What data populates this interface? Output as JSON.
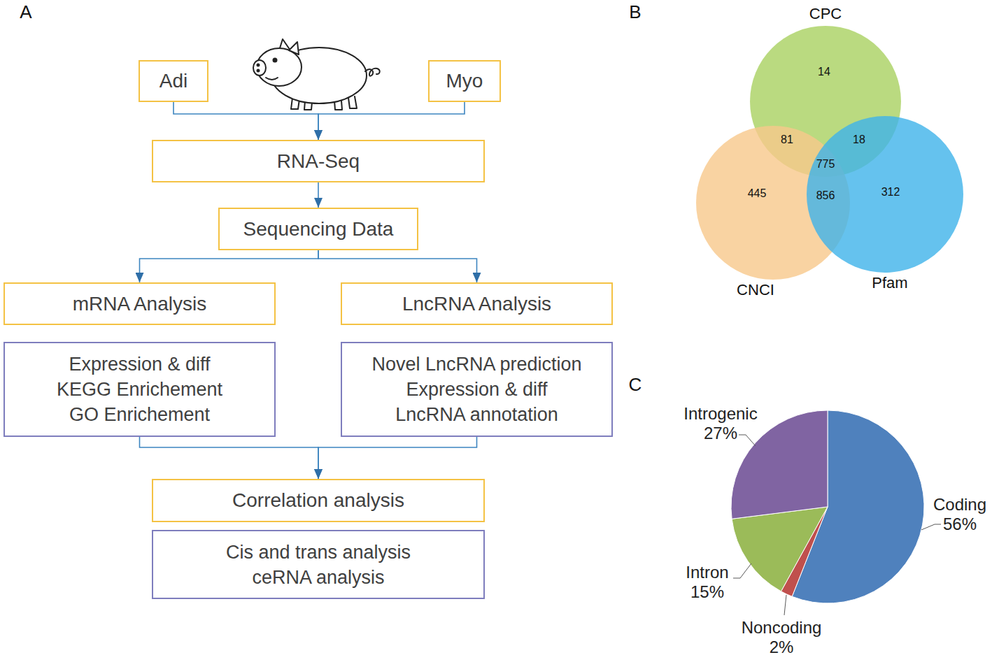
{
  "diagram": {
    "nodes": [
      {
        "text": [
          "Adi"
        ]
      },
      {
        "text": [
          "Myo"
        ]
      },
      {
        "text": [
          "RNA-Seq"
        ]
      },
      {
        "text": [
          "Sequencing Data"
        ]
      },
      {
        "text": [
          "mRNA Analysis"
        ]
      },
      {
        "text": [
          "LncRNA Analysis"
        ]
      },
      {
        "text": [
          "Expression & diff",
          "KEGG Enrichement",
          "GO Enrichement"
        ]
      },
      {
        "text": [
          "Novel LncRNA prediction",
          "Expression & diff",
          "LncRNA annotation"
        ]
      },
      {
        "text": [
          "Correlation analysis"
        ]
      },
      {
        "text": [
          "Cis and trans analysis",
          "ceRNA analysis"
        ]
      },
      {
        "text": [
          "CPC",
          "14"
        ]
      },
      {
        "text": [
          "CNCI",
          "445"
        ]
      },
      {
        "text": [
          "Pfam",
          "312"
        ]
      }
    ],
    "edges": [
      {
        "from": 0,
        "to": 2,
        "arrow": "to"
      },
      {
        "from": 1,
        "to": 2,
        "arrow": "to"
      },
      {
        "from": 2,
        "to": 3,
        "arrow": "to"
      },
      {
        "from": 3,
        "to": 4,
        "arrow": "to"
      },
      {
        "from": 3,
        "to": 5,
        "arrow": "to"
      },
      {
        "from": 6,
        "to": 8,
        "arrow": "to"
      },
      {
        "from": 7,
        "to": 8,
        "arrow": "to"
      }
    ],
    "labels": [
      "A",
      "B",
      "C",
      "81",
      "18",
      "775",
      "856",
      "Introgenic 27%",
      "Coding 56%",
      "Intron 15%",
      "Noncoding 2%"
    ]
  }
}
